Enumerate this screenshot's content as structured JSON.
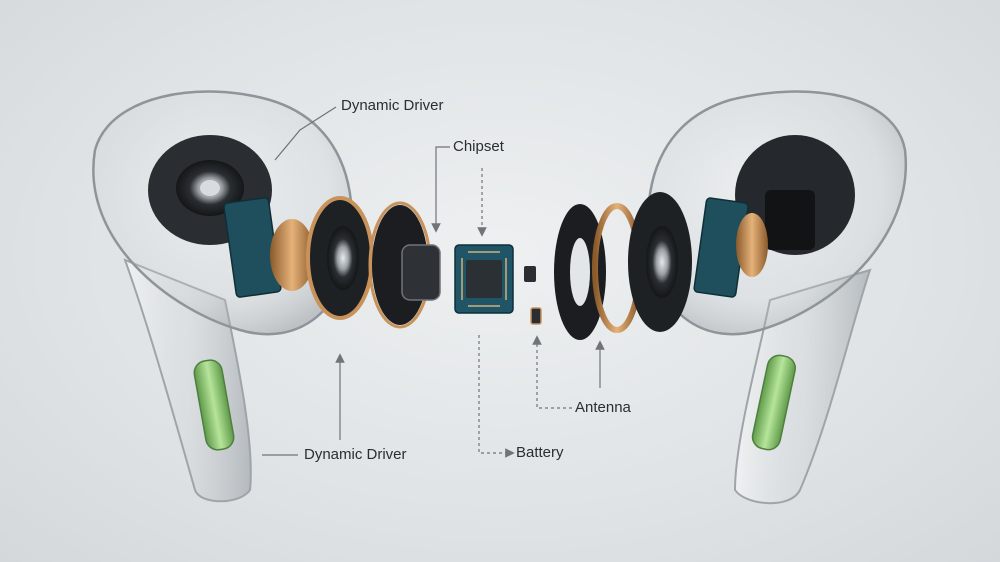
{
  "labels": {
    "dynamic_driver_top": "Dynamic Driver",
    "chipset": "Chipset",
    "antenna": "Antenna",
    "dynamic_driver_bottom": "Dynamic Driver",
    "battery": "Battery"
  },
  "colors": {
    "background": "#e3e6e8",
    "pcb": "#1f4f5c",
    "copper": "#c9925a",
    "battery": "#8fc96f",
    "driver_dark": "#1e2124",
    "leader_line": "#6f7478"
  }
}
